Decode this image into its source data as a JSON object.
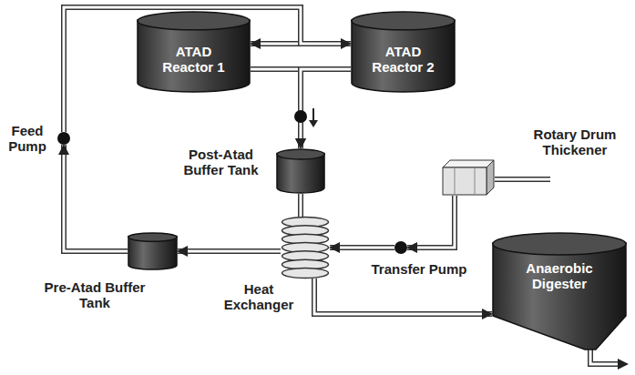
{
  "diagram": {
    "nodes": [
      {
        "text": [
          "ATAD Reactor 1"
        ]
      },
      {
        "text": [
          "ATAD Reactor 2"
        ]
      },
      {
        "text": [
          "Feed Pump"
        ]
      },
      {
        "text": [
          "Post-Atad Buffer Tank"
        ]
      },
      {
        "text": [
          "Rotary Drum Thickener"
        ]
      },
      {
        "text": [
          "Pre-Atad Buffer Tank"
        ]
      },
      {
        "text": [
          "Heat Exchanger"
        ]
      },
      {
        "text": [
          "Transfer Pump"
        ]
      },
      {
        "text": [
          "Anaerobic Digester"
        ]
      }
    ],
    "edges": [
      {
        "from": 5,
        "to": 2,
        "arrow": "to"
      },
      {
        "from": 2,
        "to": 0,
        "arrow": "to"
      },
      {
        "from": 2,
        "to": 1,
        "arrow": "to"
      },
      {
        "from": 0,
        "to": 3,
        "arrow": "to"
      },
      {
        "from": 1,
        "to": 3,
        "arrow": "to"
      },
      {
        "from": 3,
        "to": 6,
        "arrow": "none"
      },
      {
        "from": 6,
        "to": 5,
        "arrow": "to"
      },
      {
        "from": 4,
        "to": 7,
        "arrow": "to"
      },
      {
        "from": 7,
        "to": 6,
        "arrow": "to"
      },
      {
        "from": 6,
        "to": 8,
        "arrow": "to"
      }
    ]
  }
}
